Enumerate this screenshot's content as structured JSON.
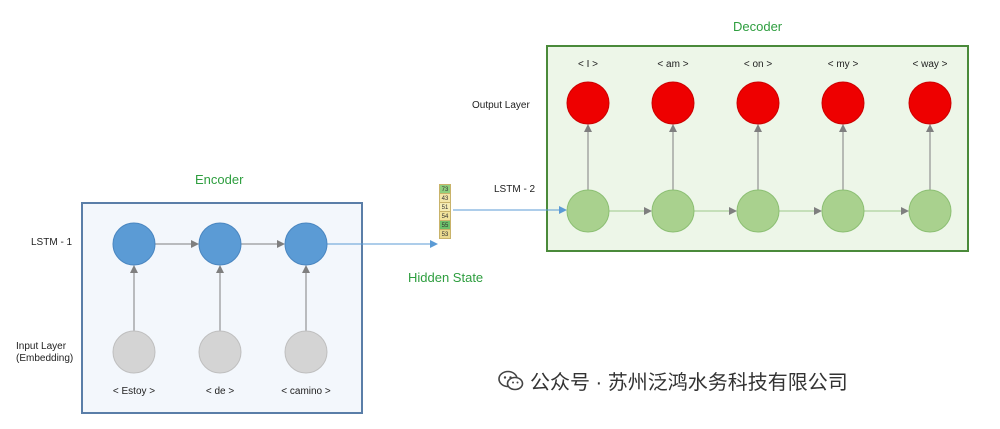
{
  "encoder": {
    "title": "Encoder",
    "lstm_label": "LSTM - 1",
    "input_label_line1": "Input Layer",
    "input_label_line2": "(Embedding)",
    "tokens": [
      "< Estoy >",
      "< de >",
      "< camino >"
    ]
  },
  "decoder": {
    "title": "Decoder",
    "output_label": "Output Layer",
    "lstm_label": "LSTM - 2",
    "tokens": [
      "< I >",
      "< am >",
      "< on >",
      "< my >",
      "< way >"
    ]
  },
  "hidden_state": {
    "label": "Hidden State",
    "values": [
      "73",
      "43",
      "51",
      "54",
      "55",
      "53"
    ],
    "colors": [
      "#8fcf7d",
      "#f4e7a8",
      "#f6ecb3",
      "#f1e29b",
      "#6cc06a",
      "#e9d98f"
    ]
  },
  "colors": {
    "encoder_node": "#5b9bd5",
    "input_node": "#d4d4d4",
    "decoder_node": "#a9d18e",
    "output_node": "#ee0000",
    "arrow": "#7f7f7f"
  },
  "watermark": {
    "text": "公众号 · 苏州泛鸿水务科技有限公司",
    "icon": "wechat-icon"
  }
}
